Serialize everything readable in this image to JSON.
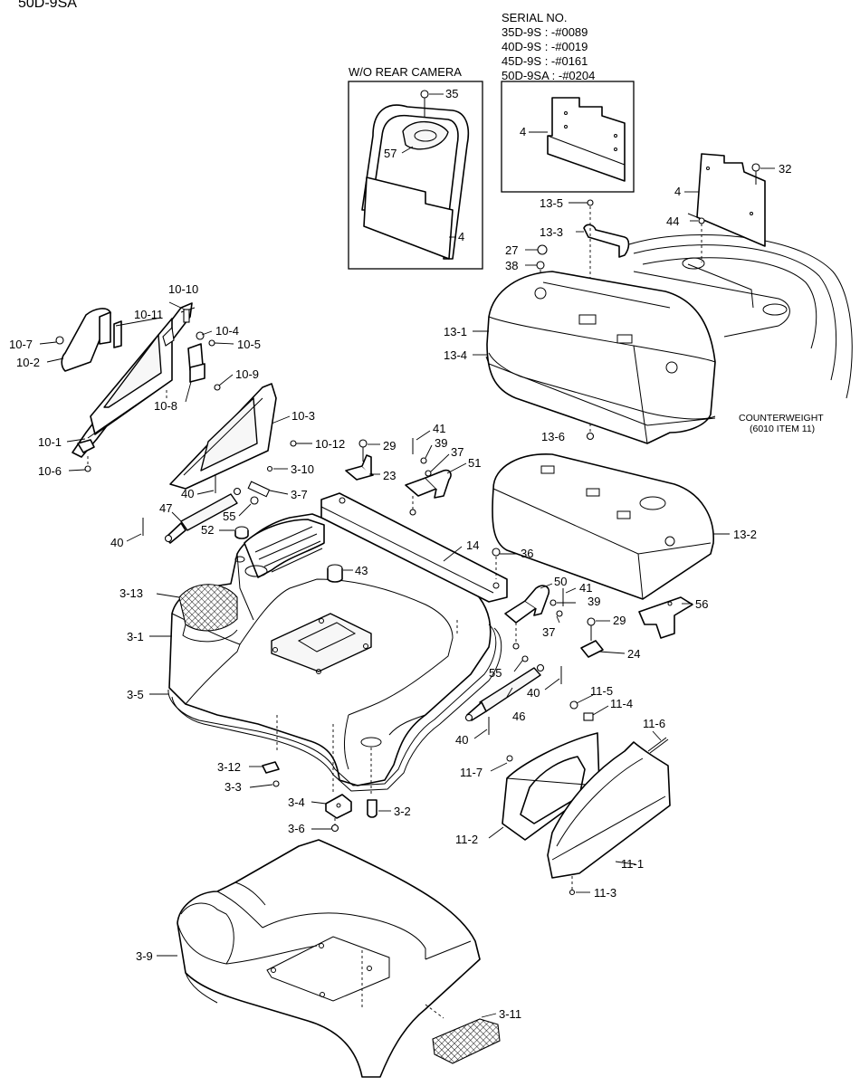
{
  "model_title": "50D-9SA",
  "serial_block": {
    "heading": "SERIAL NO.",
    "lines": [
      "35D-9S : -#0089",
      "40D-9S : -#0019",
      "45D-9S : -#0161",
      "50D-9SA : -#0204"
    ]
  },
  "inset_caption": "W/O REAR CAMERA",
  "counterweight_note": [
    "COUNTERWEIGHT",
    "(6010 ITEM 11)"
  ],
  "callouts": [
    {
      "id": "35"
    },
    {
      "id": "57"
    },
    {
      "id": "4a",
      "text": "4"
    },
    {
      "id": "4b",
      "text": "4"
    },
    {
      "id": "4c",
      "text": "4"
    },
    {
      "id": "32"
    },
    {
      "id": "44"
    },
    {
      "id": "13-5"
    },
    {
      "id": "13-3"
    },
    {
      "id": "27"
    },
    {
      "id": "38"
    },
    {
      "id": "13-1"
    },
    {
      "id": "13-4"
    },
    {
      "id": "13-6"
    },
    {
      "id": "10-10"
    },
    {
      "id": "10-11"
    },
    {
      "id": "10-4"
    },
    {
      "id": "10-5"
    },
    {
      "id": "10-7"
    },
    {
      "id": "10-2"
    },
    {
      "id": "10-9"
    },
    {
      "id": "10-8"
    },
    {
      "id": "10-3"
    },
    {
      "id": "10-12"
    },
    {
      "id": "10-1"
    },
    {
      "id": "10-6"
    },
    {
      "id": "41a",
      "text": "41"
    },
    {
      "id": "39a",
      "text": "39"
    },
    {
      "id": "37a",
      "text": "37"
    },
    {
      "id": "29a",
      "text": "29"
    },
    {
      "id": "51"
    },
    {
      "id": "23"
    },
    {
      "id": "3-10"
    },
    {
      "id": "3-7"
    },
    {
      "id": "40a",
      "text": "40"
    },
    {
      "id": "47"
    },
    {
      "id": "55a",
      "text": "55"
    },
    {
      "id": "52"
    },
    {
      "id": "40b",
      "text": "40"
    },
    {
      "id": "13-2"
    },
    {
      "id": "14"
    },
    {
      "id": "36"
    },
    {
      "id": "43"
    },
    {
      "id": "3-13"
    },
    {
      "id": "3-1"
    },
    {
      "id": "50"
    },
    {
      "id": "41b",
      "text": "41"
    },
    {
      "id": "39b",
      "text": "39"
    },
    {
      "id": "56"
    },
    {
      "id": "37b",
      "text": "37"
    },
    {
      "id": "29b",
      "text": "29"
    },
    {
      "id": "24"
    },
    {
      "id": "3-5"
    },
    {
      "id": "55b",
      "text": "55"
    },
    {
      "id": "40c",
      "text": "40"
    },
    {
      "id": "46"
    },
    {
      "id": "40d",
      "text": "40"
    },
    {
      "id": "11-5"
    },
    {
      "id": "11-4"
    },
    {
      "id": "11-6"
    },
    {
      "id": "11-7"
    },
    {
      "id": "3-12"
    },
    {
      "id": "3-3"
    },
    {
      "id": "3-4"
    },
    {
      "id": "3-2"
    },
    {
      "id": "3-6"
    },
    {
      "id": "11-2"
    },
    {
      "id": "11-1"
    },
    {
      "id": "11-3"
    },
    {
      "id": "3-9"
    },
    {
      "id": "3-11"
    }
  ]
}
